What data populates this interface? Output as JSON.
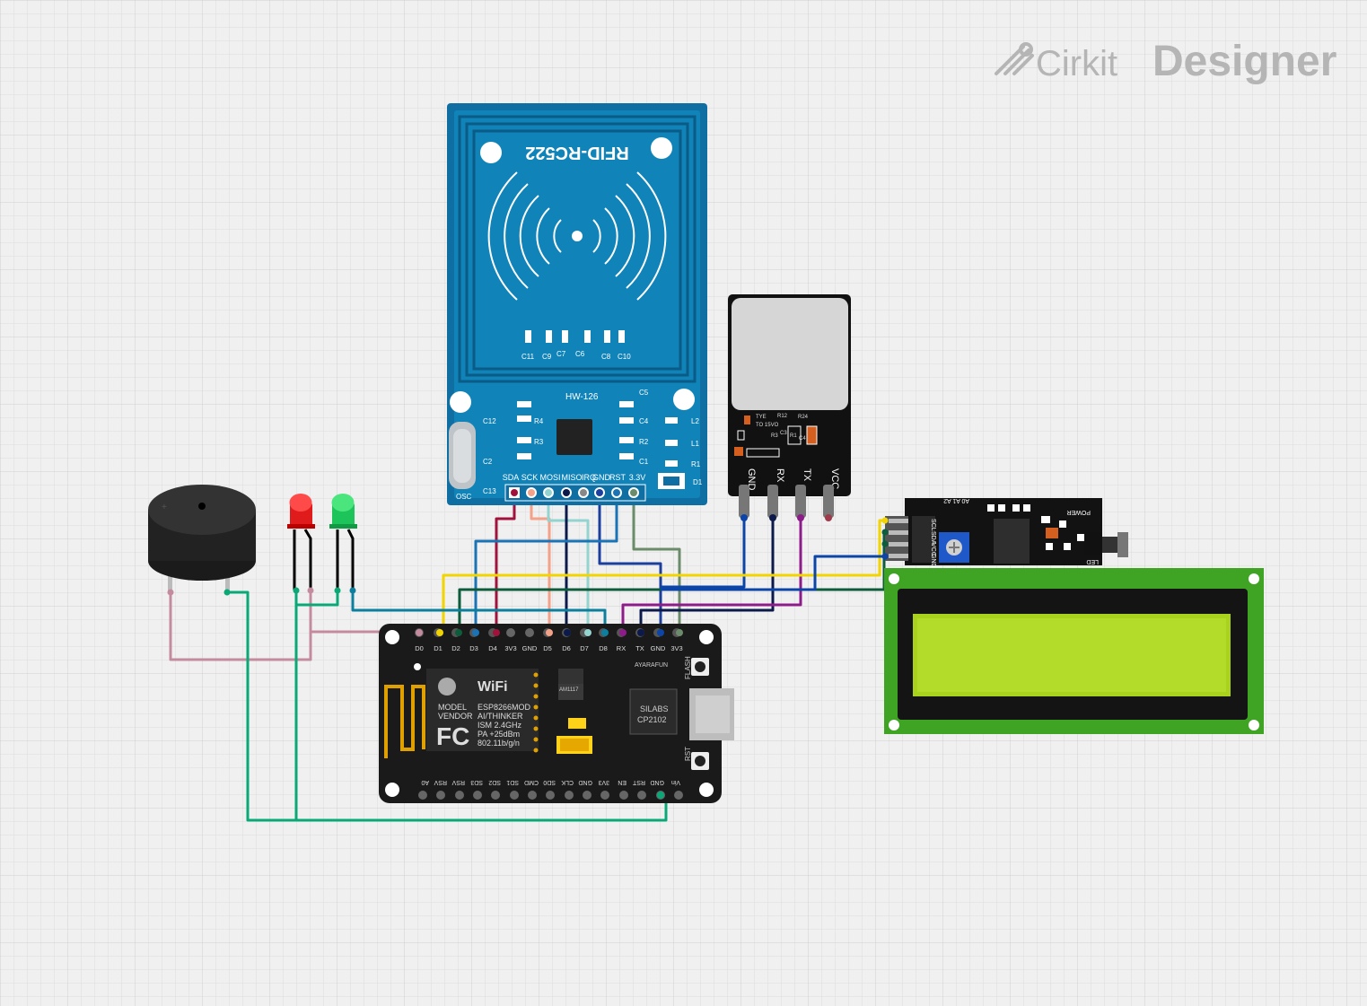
{
  "brand": {
    "name_light": "Cirkit",
    "name_bold": "Designer",
    "icon": "pen-lines-icon"
  },
  "rfid": {
    "title": "RFID-RC522",
    "board": "HW-126",
    "pins": [
      "SDA",
      "SCK",
      "MOSI",
      "MISO",
      "IRQ",
      "GND",
      "RST",
      "3.3V"
    ],
    "caps_top": [
      "C11",
      "C9",
      "C7",
      "C6",
      "C8",
      "C10"
    ],
    "labels_left": [
      "C12",
      "C2",
      "C13",
      "OSC"
    ],
    "labels_right": [
      "C5",
      "C4",
      "L2",
      "R2",
      "L1",
      "C1",
      "R1",
      "D1"
    ],
    "labels_mid": [
      "R4",
      "R3"
    ]
  },
  "fingerprint": {
    "pins": [
      "GND",
      "RX",
      "TX",
      "VCC"
    ],
    "labels": [
      "TYE",
      "TO 15VO",
      "R12",
      "R24",
      "C3",
      "R3",
      "R1",
      "C4"
    ]
  },
  "i2c": {
    "pins": [
      "SCL",
      "SDA",
      "VCC",
      "GND"
    ],
    "labels": [
      "A0 A1 A2",
      "POWER",
      "LED"
    ]
  },
  "nodemcu": {
    "top_pins": [
      "D0",
      "D1",
      "D2",
      "D3",
      "D4",
      "3V3",
      "GND",
      "D5",
      "D6",
      "D7",
      "D8",
      "RX",
      "TX",
      "GND",
      "3V3"
    ],
    "bottom_pins": [
      "A0",
      "RSV",
      "RSV",
      "SD3",
      "SD2",
      "SD1",
      "CMD",
      "SD0",
      "CLK",
      "GND",
      "3V3",
      "EN",
      "RST",
      "GND",
      "Vin"
    ],
    "module_lines": [
      "MODEL",
      "VENDOR",
      "ESP8266MOD",
      "AI/THINKER",
      "ISM 2.4GHz",
      "PA +25dBm",
      "802.11b/g/n"
    ],
    "wifi_text": "WiFi",
    "fc_text": "FC",
    "ams": "AM1117",
    "brand": "AYARAFUN",
    "chip_lines": [
      "SILABS",
      "CP2102"
    ],
    "flash": "FLASH",
    "rst": "RST"
  },
  "wire_colors": {
    "d0_buzzer": "#c48b9f",
    "d1_scl": "#f2d500",
    "d2_sda": "#0d5c3b",
    "d3_rst": "#1a73b5",
    "d4_sda": "#a0123b",
    "d5_sck": "#f4a189",
    "d6_miso": "#0c1a4b",
    "d7_mosi": "#94d4d0",
    "d8": "#1c3f9e",
    "rx": "#8e1b8a",
    "tx": "#0c1a4b",
    "gnd": "#0b45a8",
    "v33": "#6a8c6a",
    "ground_bus": "#0aa877",
    "green_led": "#0aa877",
    "red_led": "#0d7f9e"
  }
}
